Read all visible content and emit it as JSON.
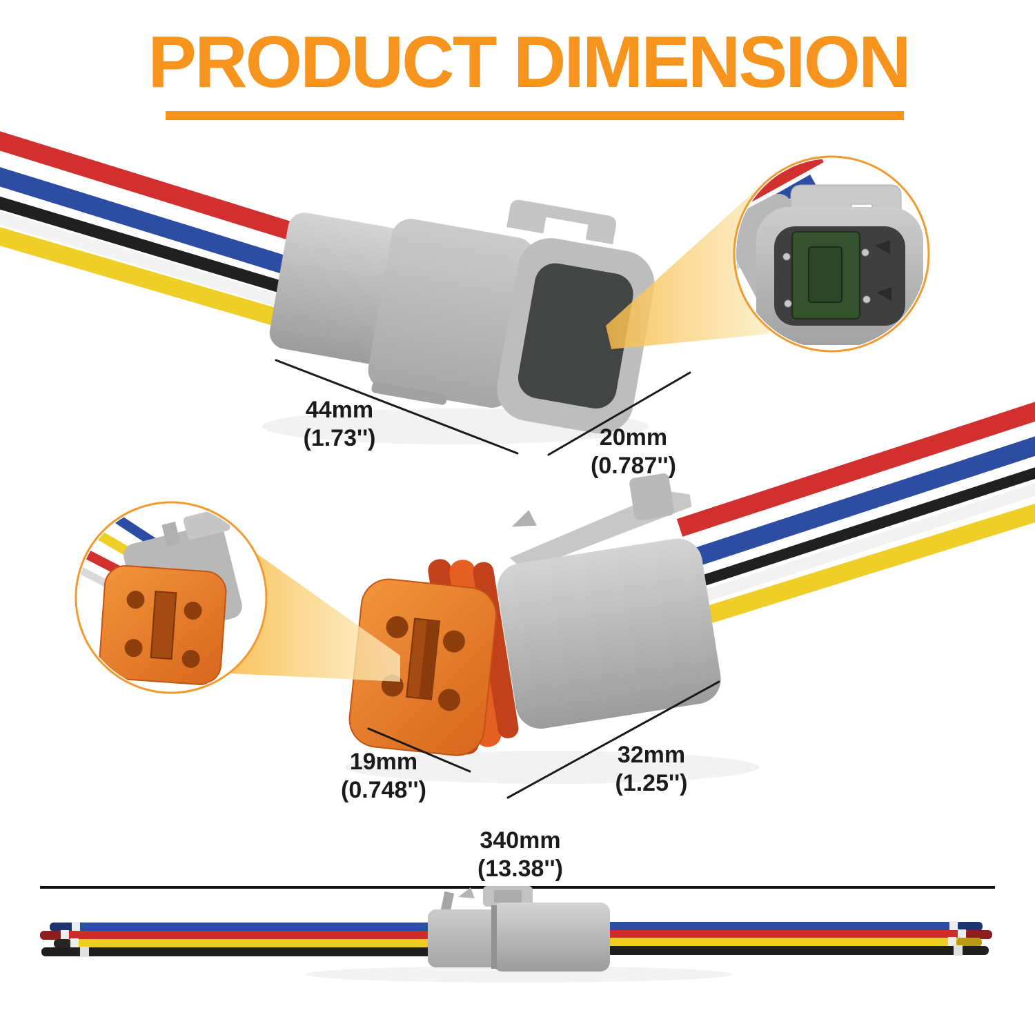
{
  "header": {
    "title": "PRODUCT DIMENSION"
  },
  "dimensions": {
    "male_length": {
      "mm": "44mm",
      "inch": "(1.73'')"
    },
    "male_width": {
      "mm": "20mm",
      "inch": "(0.787'')"
    },
    "female_width": {
      "mm": "19mm",
      "inch": "(0.748'')"
    },
    "female_length": {
      "mm": "32mm",
      "inch": "(1.25'')"
    },
    "wire_total_length": {
      "mm": "340mm",
      "inch": "(13.38'')"
    }
  },
  "objects": {
    "male_connector": "gray 4-pin male connector with red, blue, black, yellow wires",
    "female_connector": "gray 4-pin female connector with orange seal and red, blue, black, yellow wires",
    "male_face_inset": "magnified male connector face with green wedge and 4 pins",
    "female_face_inset": "magnified female connector orange face with 4 socket holes",
    "assembled_pair": "mated connector pair with wires on both sides"
  },
  "colors": {
    "accent_orange": "#F7941E",
    "inset_ring_orange": "#F2992F",
    "spotlight_yellow": "#F8BC45",
    "connector_gray": "#BCBDBC",
    "cavity_dark_gray": "#3E3F3E",
    "wedge_green": "#35522F",
    "seal_orange": "#E8792B",
    "seal_ring_red_orange": "#D44C1C",
    "wire_red": "#D2302E",
    "wire_blue": "#2C4DA1",
    "wire_black": "#202020",
    "wire_yellow": "#EFCE27",
    "dimension_line": "#1A1A1A"
  }
}
